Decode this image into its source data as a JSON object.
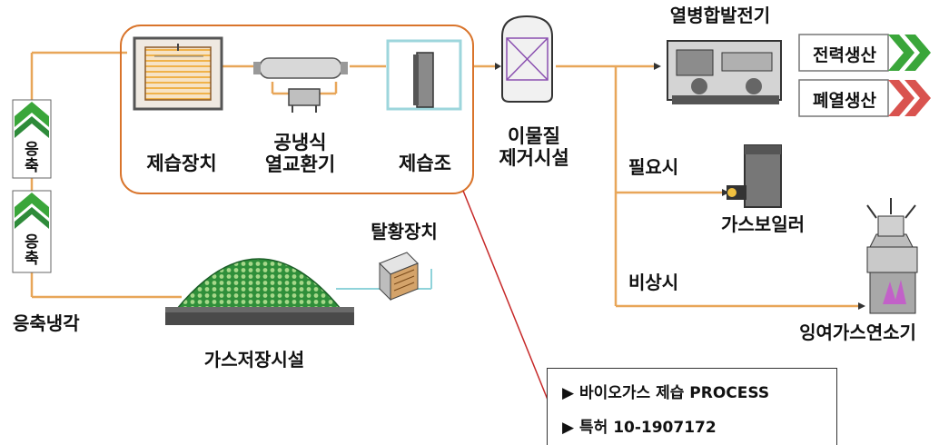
{
  "units": {
    "dehumidifier": "제습장치",
    "air_heat_exchanger": "공냉식\n열교환기",
    "dehumidifier_tank": "제습조",
    "impurity_removal": "이물질\n제거시설",
    "chp": "열병합발전기",
    "gas_boiler": "가스보일러",
    "flare": "잉여가스연소기",
    "gas_storage": "가스저장시설",
    "desulfurizer": "탈황장치",
    "condense_cooling": "응축냉각"
  },
  "outputs": {
    "power": "전력생산",
    "waste_heat": "폐열생산"
  },
  "conditions": {
    "when_needed": "필요시",
    "emergency": "비상시"
  },
  "side_labels": {
    "top": "응축",
    "bottom": "응축"
  },
  "info": {
    "line1": "▶ 바이오가스 제습 PROCESS",
    "line2": "▶ 특허 10-1907172"
  },
  "colors": {
    "pipe": "#e8a659",
    "box_border": "#d9742b",
    "power_arrow": "#3aa63a",
    "heat_arrow": "#d9534f",
    "dome": "#2e8b3a",
    "callout_line": "#c62828"
  }
}
